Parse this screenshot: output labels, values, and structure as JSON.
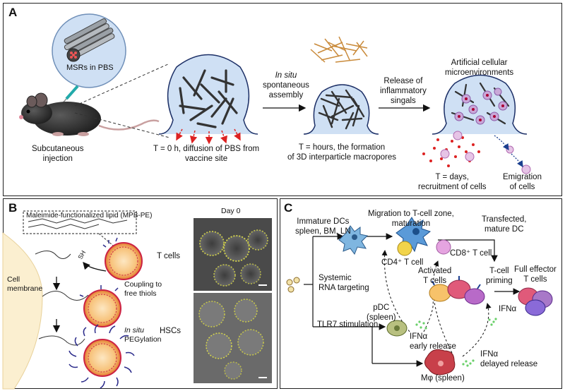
{
  "panel_a": {
    "label": "A",
    "msr_label": "MSRs in PBS",
    "injection_label": [
      "Subcutaneous",
      "injection"
    ],
    "t0_label": [
      "T = 0 h, diffusion of PBS from",
      "vaccine site"
    ],
    "assembly_label": [
      "In situ",
      "spontaneous",
      "assembly"
    ],
    "thours_label": [
      "T = hours, the formation",
      "of 3D interparticle macropores"
    ],
    "release_label": [
      "Release of",
      "inflammatory",
      "singals"
    ],
    "micro_label": [
      "Artificial cellular",
      "microenvironments"
    ],
    "tdays_label": [
      "T = days,",
      "recruitment of cells"
    ],
    "emigration_label": [
      "Emigration",
      "of cells"
    ]
  },
  "panel_b": {
    "label": "B",
    "lipid_label": "Maleimide-functionalized lipid (MPB-PE)",
    "sh_label": "SH",
    "membrane_label": [
      "Cell",
      "membrane"
    ],
    "coupling_label": [
      "Coupling to",
      "free thiols"
    ],
    "pegylation_label": [
      "In situ",
      "PEGylation"
    ],
    "day_label": "Day 0",
    "tcells_label": "T cells",
    "hscs_label": "HSCs"
  },
  "panel_c": {
    "label": "C",
    "immature_label": [
      "Immature DCs",
      "spleen, BM, LN"
    ],
    "migration_label": [
      "Migration to T-cell zone,",
      "maturation"
    ],
    "transfected_label": [
      "Transfected,",
      "mature DC"
    ],
    "cd4_label": "CD4⁺ T cell",
    "cd8_label": "CD8⁺ T cell",
    "systemic_label": [
      "Systemic",
      "RNA targeting"
    ],
    "activated_label": [
      "Activated",
      "T cells"
    ],
    "priming_label": [
      "T-cell",
      "priming"
    ],
    "effector_label": [
      "Full effector",
      "T cells"
    ],
    "pdc_label": [
      "pDC",
      "(spleen)"
    ],
    "tlr7_label": "TLR7 stimulation",
    "ifna_early_label": [
      "IFNα",
      "early release"
    ],
    "ifna_label": "IFNα",
    "ifna_delayed_label": [
      "IFNα",
      "delayed release"
    ],
    "macrophage_label": "Mφ (spleen)"
  }
}
